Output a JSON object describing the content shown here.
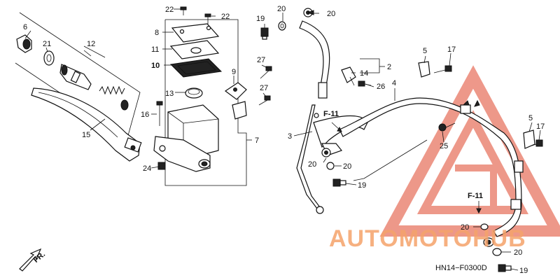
{
  "diagram": {
    "labels": {
      "l_2": "2",
      "l_3": "3",
      "l_4": "4",
      "l_5a": "5",
      "l_5b": "5",
      "l_6": "6",
      "l_7": "7",
      "l_8": "8",
      "l_9": "9",
      "l_10": "10",
      "l_11": "11",
      "l_12": "12",
      "l_13": "13",
      "l_14": "14",
      "l_15": "15",
      "l_16": "16",
      "l_17a": "17",
      "l_17b": "17",
      "l_19a": "19",
      "l_19b": "19",
      "l_19c": "19",
      "l_20a": "20",
      "l_20b": "20",
      "l_20c": "20",
      "l_20d": "20",
      "l_20e": "20",
      "l_20f": "20",
      "l_21": "21",
      "l_22a": "22",
      "l_22b": "22",
      "l_24": "24",
      "l_25": "25",
      "l_26": "26",
      "l_27a": "27",
      "l_27b": "27"
    },
    "refs": {
      "f11_top": "F-11",
      "f11_bottom": "F-11",
      "front_arrow": "FR."
    },
    "diagram_code": "HN14−F0300D",
    "watermark": {
      "text": "AUTOMOTOHUB",
      "color": "#e0442a"
    }
  }
}
